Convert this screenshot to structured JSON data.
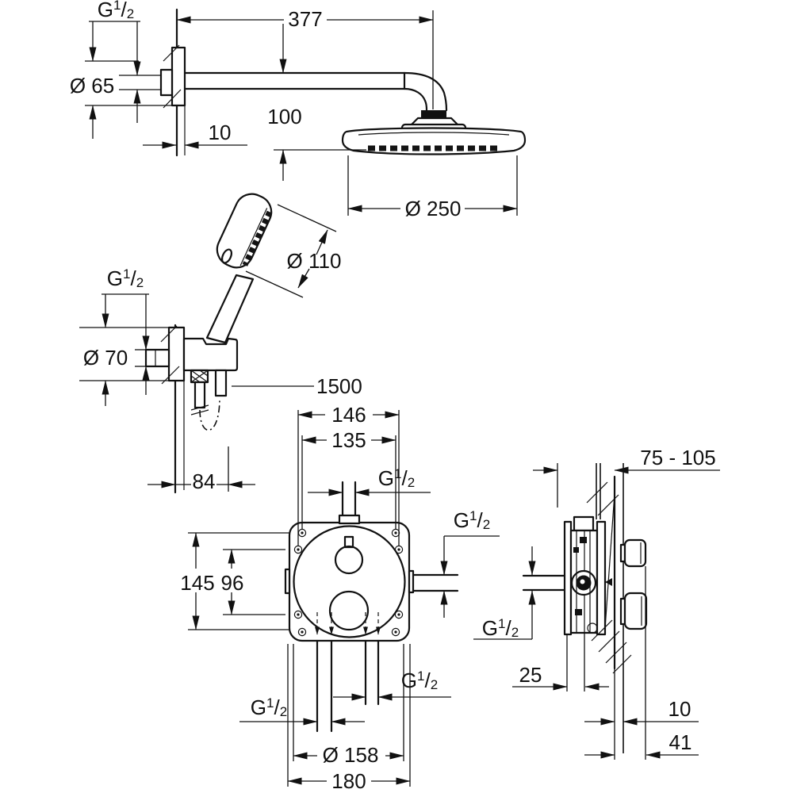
{
  "colors": {
    "line": "#111111",
    "background": "#ffffff"
  },
  "thread": {
    "g": "G",
    "sup": "1",
    "slash": "/",
    "sub": "2"
  },
  "head_shower": {
    "arm_length": "377",
    "arm_offset": "10",
    "escutcheon_dia": "Ø 65",
    "head_drop": "100",
    "head_dia": "Ø 250"
  },
  "hand_shower": {
    "head_dia": "Ø 110",
    "escutcheon_dia": "Ø 70",
    "hose_length": "1500",
    "bracket_offset": "84"
  },
  "mixer_front": {
    "width_outer": "146",
    "width_inner": "135",
    "height_outer": "145",
    "height_inner": "96",
    "plate_dia": "Ø 158",
    "plate_width": "180"
  },
  "mixer_side": {
    "install_depth": "75 - 105",
    "min_clearance": "25",
    "wall_thickness": "10",
    "knob_depth": "41"
  }
}
